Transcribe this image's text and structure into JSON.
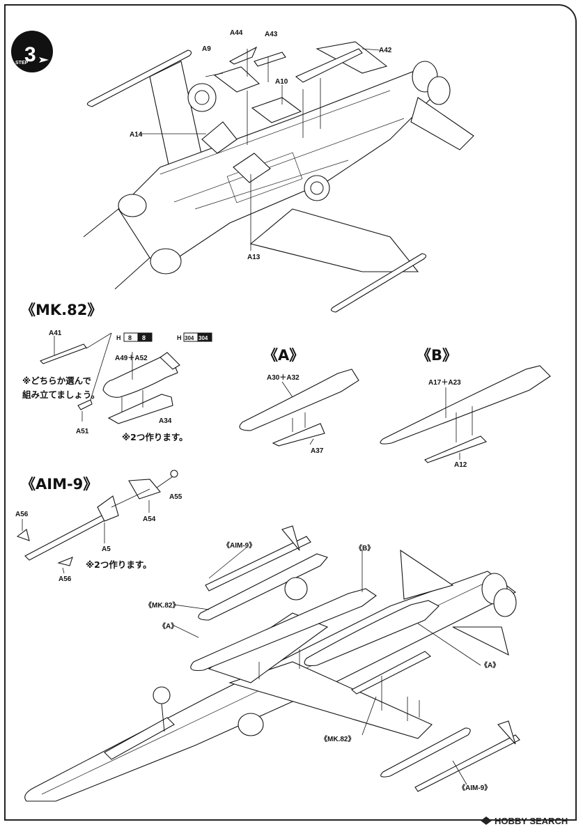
{
  "step": {
    "label": "STEP",
    "number": "3"
  },
  "top_parts": [
    "A44",
    "A43",
    "A9",
    "A42",
    "A10",
    "A14",
    "A13"
  ],
  "sections": {
    "mk82": {
      "title": "《MK.82》",
      "parts": {
        "rod": "A41",
        "bomb": "A49＋A52",
        "pylon": "A34",
        "fuze": "A51"
      },
      "paint": {
        "h8_prefix": "H",
        "h8_a": "8",
        "h8_b": "8",
        "h304_prefix": "H",
        "h304_a": "304",
        "h304_b": "304"
      },
      "note_choose_line1": "※どちらか選んで",
      "note_choose_line2": "組み立てましょう。",
      "note_make_two": "※2つ作ります。"
    },
    "tank_a": {
      "title": "《A》",
      "parts": {
        "tank": "A30＋A32",
        "pylon": "A37"
      }
    },
    "tank_b": {
      "title": "《B》",
      "parts": {
        "tank": "A17＋A23",
        "pylon": "A12"
      }
    },
    "aim9": {
      "title": "《AIM-9》",
      "parts": {
        "fin_left": "A56",
        "body": "A5",
        "fin_bottom": "A56",
        "canard": "A54",
        "seeker": "A55"
      },
      "note_make_two": "※2つ作ります。"
    }
  },
  "callouts": {
    "aim9_top": "《AIM-9》",
    "b_top": "《B》",
    "mk82_left": "《MK.82》",
    "a_left": "《A》",
    "a_right": "《A》",
    "mk82_bottom": "《MK.82》",
    "aim9_bottom": "《AIM-9》"
  },
  "watermark": {
    "text": "HOBBY SEARCH",
    "icon": "hobbysearch-logo-icon"
  },
  "colors": {
    "ink": "#111111",
    "paper": "#ffffff",
    "step_badge": "#111111",
    "paint_chip_dark": "#1a1a1a"
  }
}
